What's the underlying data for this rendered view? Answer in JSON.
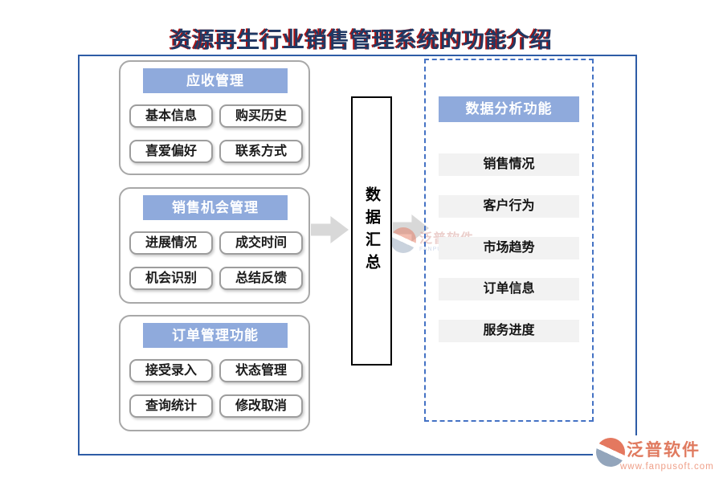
{
  "title": "资源再生行业销售管理系统的功能介绍",
  "colors": {
    "title_text": "#1f3864",
    "title_shadow": "#b01513",
    "header_fill": "#8faadc",
    "outer_border": "#2e5ca6",
    "dashed_border": "#4472c4",
    "arrow_fill": "#d8d8d8",
    "item_bg": "#f2f2f2",
    "brand_coral": "#e07a5f"
  },
  "groups": [
    {
      "header": "应收管理",
      "items": [
        "基本信息",
        "购买历史",
        "喜爱偏好",
        "联系方式"
      ]
    },
    {
      "header": "销售机会管理",
      "items": [
        "进展情况",
        "成交时间",
        "机会识别",
        "总结反馈"
      ]
    },
    {
      "header": "订单管理功能",
      "items": [
        "接受录入",
        "状态管理",
        "查询统计",
        "修改取消"
      ]
    }
  ],
  "hub": {
    "label": "数据汇总"
  },
  "analysis_panel": {
    "header": "数据分析功能",
    "items": [
      "销售情况",
      "客户行为",
      "市场趋势",
      "订单信息",
      "服务进度"
    ]
  },
  "watermark": {
    "name": "泛普软件",
    "subtitle": "FANPU SOFTWARE"
  },
  "brand": {
    "name": "泛普软件",
    "url": "www.fanpusoft.com"
  }
}
